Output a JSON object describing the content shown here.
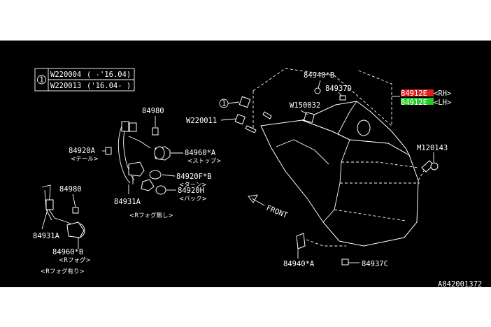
{
  "legend": {
    "circle_number": "1",
    "rows": [
      {
        "part": "W220004",
        "range": "( -'16.04)"
      },
      {
        "part": "W220013",
        "range": "('16.04- )"
      }
    ]
  },
  "callouts": {
    "p84940B": "84940*B",
    "p84937D": "84937D",
    "p84912E_rh": "84912E",
    "rh": "<RH>",
    "p84912E_lh": "84912E",
    "lh": "<LH>",
    "circle1": "1",
    "w150032": "W150032",
    "w220011": "W220011",
    "m120143": "M120143",
    "p84980_top": "84980",
    "p84920A": "84920A",
    "p84920A_sub": "<テール>",
    "p84960A": "84960*A",
    "p84960A_sub": "<ストップ>",
    "p84920F": "84920F*B",
    "p84920F_sub": "<ターン>",
    "p84920H": "84920H",
    "p84920H_sub": "<バック>",
    "p84931A_top": "84931A",
    "no_fog": "<Rフォグ無し>",
    "front": "FRONT",
    "p84980_bot": "84980",
    "p84931A_bot": "84931A",
    "p84960B": "84960*B",
    "p84960B_sub": "<Rフォグ>",
    "with_fog": "<Rフォグ有り>",
    "p84940A": "84940*A",
    "p84937C": "84937C",
    "diagram_id": "A842001372"
  },
  "colors": {
    "rh_highlight": "#e02020",
    "lh_highlight": "#22cc22",
    "background": "#000000",
    "linework": "#ffffff"
  }
}
